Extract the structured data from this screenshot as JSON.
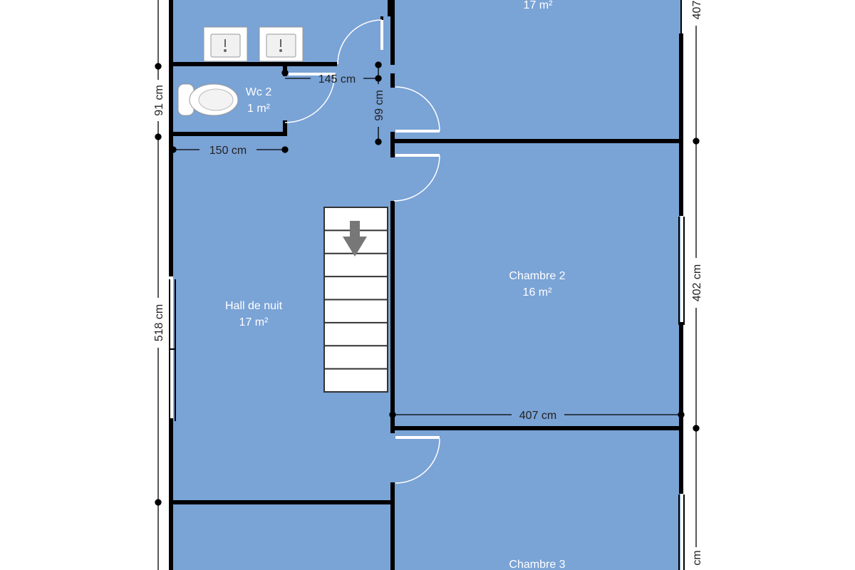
{
  "colors": {
    "floor": "#7AA3D6",
    "wall": "#000000",
    "dimension": "#000000",
    "fixture": "#ffffff",
    "stairs_arrow": "#777777"
  },
  "rooms": {
    "top_room": {
      "area": "17 m²"
    },
    "wc2": {
      "name": "Wc 2",
      "area": "1 m²"
    },
    "hall": {
      "name": "Hall de nuit",
      "area": "17 m²"
    },
    "chambre2": {
      "name": "Chambre 2",
      "area": "16 m²"
    },
    "chambre3": {
      "name": "Chambre 3"
    }
  },
  "dimensions": {
    "top_right": "407",
    "wc_width_left": "145 cm",
    "wc_depth": "99 cm",
    "wc_height_left": "91 cm",
    "wc_width_bottom": "150 cm",
    "hall_height": "518 cm",
    "chambre2_height": "402 cm",
    "chambre2_width": "407 cm",
    "bottom_right": "cm"
  },
  "fixtures": {
    "sinks": 2,
    "toilets": 1,
    "stair_steps": 8,
    "stairs_direction": "down"
  }
}
